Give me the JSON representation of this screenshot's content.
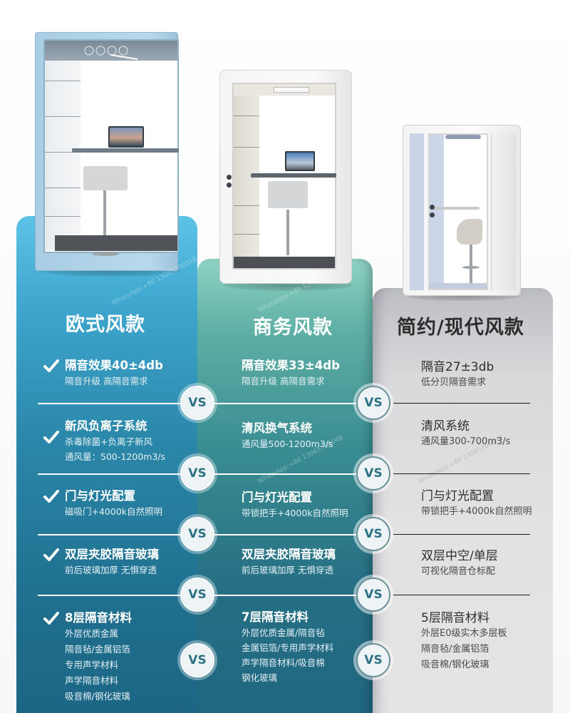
{
  "products": [
    {
      "id": "european",
      "heading": "欧式风款",
      "color": "#3ea5cd",
      "features": [
        {
          "title": "隔音效果40±4db",
          "lines": [
            "隔音升级 高隔音需求"
          ]
        },
        {
          "title": "新风负离子系统",
          "lines": [
            "杀毒除菌+负离子新风",
            "通风量：500-1200m3/s"
          ]
        },
        {
          "title": "门与灯光配置",
          "lines": [
            "磁吸门+4000k自然照明"
          ]
        },
        {
          "title": "双层夹胶隔音玻璃",
          "lines": [
            "前后玻璃加厚 无惧穿透"
          ]
        },
        {
          "title": "8层隔音材料",
          "lines": [
            "外层优质金属",
            "隔音毡/金属铝箔",
            "专用声学材料",
            "声学隔音材料",
            "吸音棉/钢化玻璃"
          ]
        }
      ]
    },
    {
      "id": "business",
      "heading": "商务风款",
      "color": "#3a8d92",
      "features": [
        {
          "title": "隔音效果33±4db",
          "lines": [
            "隔音升级 高隔音需求"
          ]
        },
        {
          "title": "清风换气系统",
          "lines": [
            "通风量500-1200m3/s"
          ]
        },
        {
          "title": "门与灯光配置",
          "lines": [
            "带锁把手+4000k自然照明"
          ]
        },
        {
          "title": "双层夹胶隔音玻璃",
          "lines": [
            "前后玻璃加厚 无惧穿透"
          ]
        },
        {
          "title": "7层隔音材料",
          "lines": [
            "外层优质金属/隔音毡",
            "金属铝箔/专用声学材料",
            "声学隔音材料/吸音棉",
            "钢化玻璃"
          ]
        }
      ]
    },
    {
      "id": "modern",
      "heading": "简约/现代风款",
      "color": "#d8d9db",
      "features": [
        {
          "title": "隔音27±3db",
          "lines": [
            "低分贝隔音需求"
          ]
        },
        {
          "title": "清风系统",
          "lines": [
            "通风量300-700m3/s"
          ]
        },
        {
          "title": "门与灯光配置",
          "lines": [
            "带锁把手+4000k自然照明"
          ]
        },
        {
          "title": "双层中空/单层",
          "lines": [
            "可视化隔音仓标配"
          ]
        },
        {
          "title": "5层隔音材料",
          "lines": [
            "外层E0级实木多层板",
            "隔音毡/金属铝箔",
            "吸音棉/钢化玻璃"
          ]
        }
      ]
    }
  ],
  "vs_label": "VS",
  "icons": {
    "check": "check-icon"
  },
  "watermark": "WhatsApp:+86 13065700048"
}
